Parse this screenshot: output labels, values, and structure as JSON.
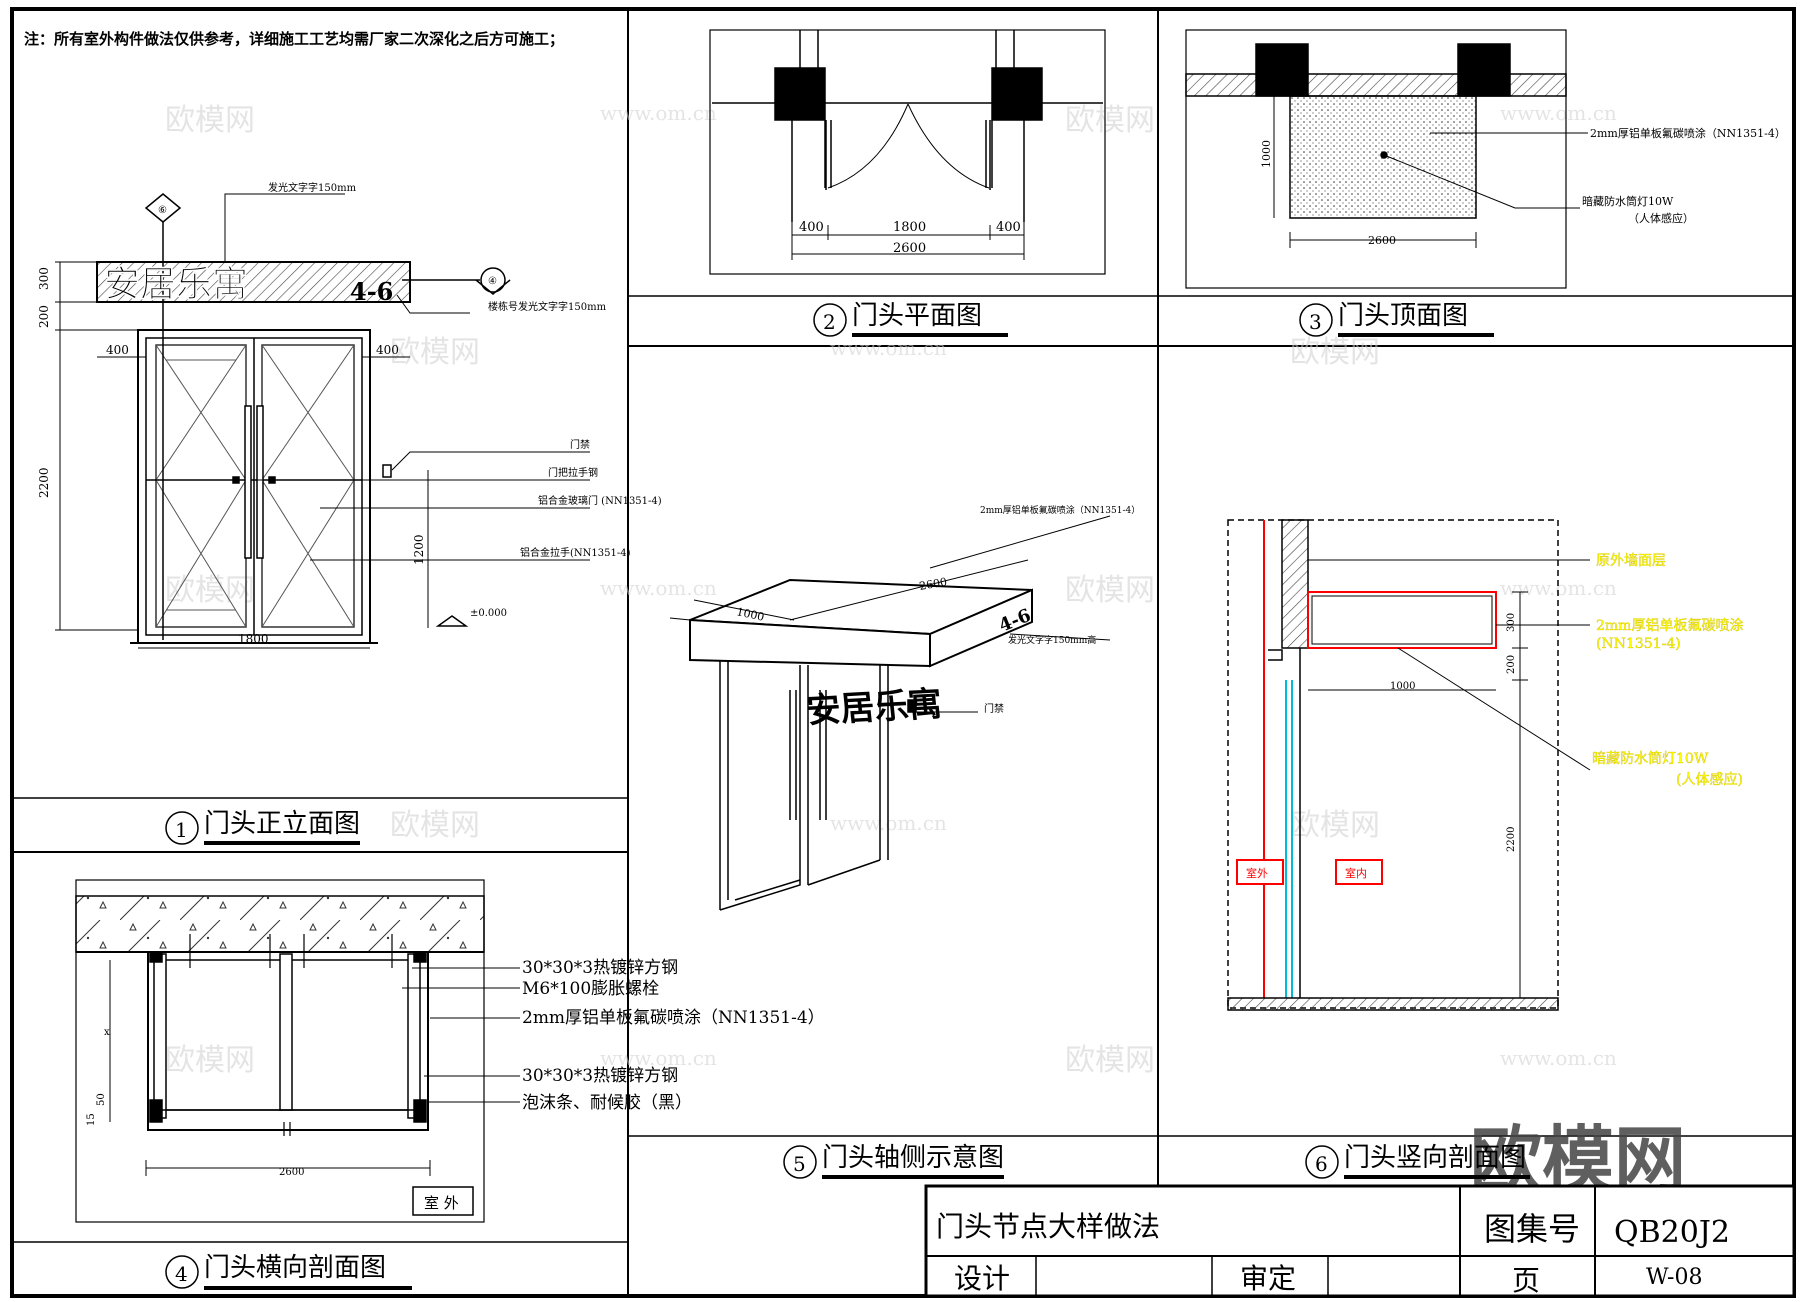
{
  "note": "注：所有室外构件做法仅供参考，详细施工工艺均需厂家二次深化之后方可施工；",
  "watermark": {
    "text": "欧模网",
    "url": "www.om.cn",
    "big": "欧模网"
  },
  "drawings": {
    "d1": {
      "num": "1",
      "title": "门头正立面图"
    },
    "d2": {
      "num": "2",
      "title": "门头平面图"
    },
    "d3": {
      "num": "3",
      "title": "门头顶面图"
    },
    "d4": {
      "num": "4",
      "title": "门头横向剖面图"
    },
    "d5": {
      "num": "5",
      "title": "门头轴侧示意图"
    },
    "d6": {
      "num": "6",
      "title": "门头竖向剖面图"
    }
  },
  "d1": {
    "sign_text": "安居乐寓",
    "sign_number": "4-6",
    "callout_top": "发光文字字150mm",
    "callout_bottom": "楼栋号发光文字字150mm",
    "dims": {
      "h300": "300",
      "h200": "200",
      "h2200": "2200",
      "w400a": "400",
      "w400b": "400",
      "w1800": "1800",
      "h1200": "1200",
      "level": "±0.000"
    },
    "labels": [
      "门禁",
      "门把拉手钢",
      "铝合金玻璃门\n(NN1351-4)",
      "铝合金拉手(NN1351-4)"
    ],
    "section_marks": [
      "④",
      "⑥"
    ]
  },
  "d2": {
    "dims": [
      "400",
      "1800",
      "400",
      "2600"
    ]
  },
  "d3": {
    "dims": {
      "depth": "1000",
      "width": "2600"
    },
    "labels": [
      "2mm厚铝单板氟碳喷涂（NN1351-4）",
      "暗藏防水筒灯10W",
      "（人体感应）"
    ]
  },
  "d4": {
    "labels": [
      "30*30*3热镀锌方钢",
      "M6*100膨胀螺栓",
      "2mm厚铝单板氟碳喷涂（NN1351-4）",
      "30*30*3热镀锌方钢",
      "泡沫条、耐候胶（黑）"
    ],
    "dims": {
      "w": "2600",
      "x": "x",
      "h1": "50",
      "h2": "15"
    },
    "outside": "室 外"
  },
  "d5": {
    "sign_text": "安居乐寓",
    "sign_number": "4-6",
    "dims": {
      "depth": "1000",
      "width": "2600"
    },
    "labels": [
      "2mm厚铝单板氟碳喷涂（NN1351-4）",
      "发光文字字150mm高",
      "门禁"
    ]
  },
  "d6": {
    "labels": [
      "原外墙面层",
      "2mm厚铝单板氟碳喷涂",
      "(NN1351-4)",
      "暗藏防水筒灯10W",
      "(人体感应)"
    ],
    "dims": {
      "h300": "300",
      "h200": "200",
      "w1000": "1000",
      "h2200": "2200"
    },
    "tags": [
      "室外",
      "室内"
    ]
  },
  "title_block": {
    "name": "门头节点大样做法",
    "atlas_label": "图集号",
    "atlas_no": "QB20J2",
    "design_label": "设计",
    "review_label": "审定",
    "page_label": "页",
    "page_no": "W-08"
  },
  "colors": {
    "line": "#000000",
    "yellow": "#ffff00",
    "red": "#ff0000",
    "cyan": "#00ffff",
    "hatch": "#555555"
  }
}
